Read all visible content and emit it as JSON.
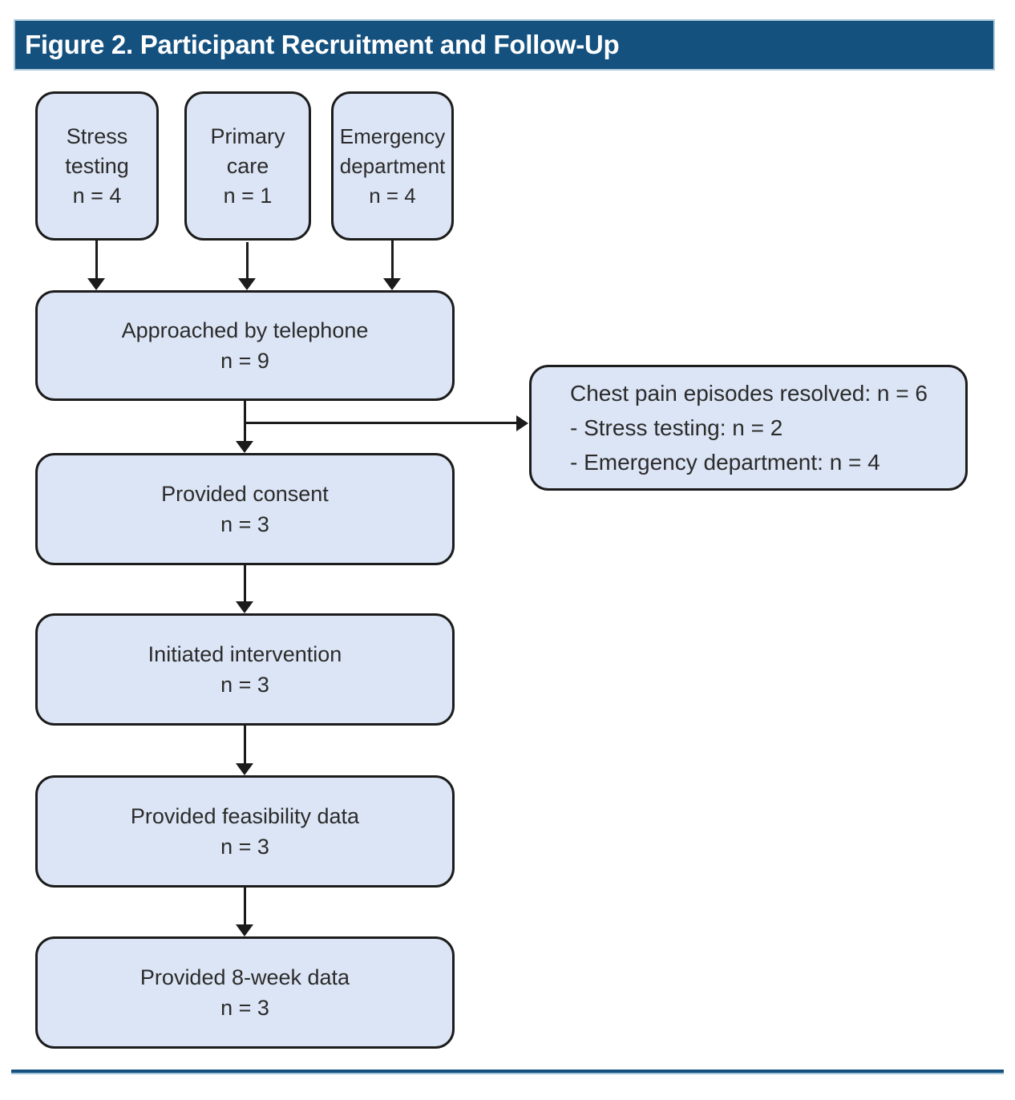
{
  "figure": {
    "title": "Figure 2. Participant Recruitment and Follow-Up"
  },
  "colors": {
    "header_blue": "#14517F",
    "header_border_light_blue": "#AECBDD",
    "box_fill": "#DCE5F5",
    "box_border": "#1C1C1C",
    "connector_black": "#1B1B1B",
    "text_dark": "#2B2B2B",
    "bottom_rule_light_blue": "#9FC4DA"
  },
  "nodes": {
    "sources": [
      {
        "label": "Stress testing",
        "n": "n = 4"
      },
      {
        "label": "Primary care",
        "n": "n = 1"
      },
      {
        "label": "Emergency department",
        "n": "n = 4"
      }
    ],
    "approached": {
      "label": "Approached by telephone",
      "n": "n = 9"
    },
    "consent": {
      "label": "Provided consent",
      "n": "n = 3"
    },
    "initiated": {
      "label": "Initiated intervention",
      "n": "n = 3"
    },
    "feasibility": {
      "label": "Provided feasibility data",
      "n": "n = 3"
    },
    "week8": {
      "label": "Provided 8-week data",
      "n": "n = 3"
    },
    "resolved": {
      "lines": [
        "Chest pain episodes resolved: n = 6",
        "- Stress testing: n = 2",
        "- Emergency department: n = 4"
      ]
    }
  }
}
